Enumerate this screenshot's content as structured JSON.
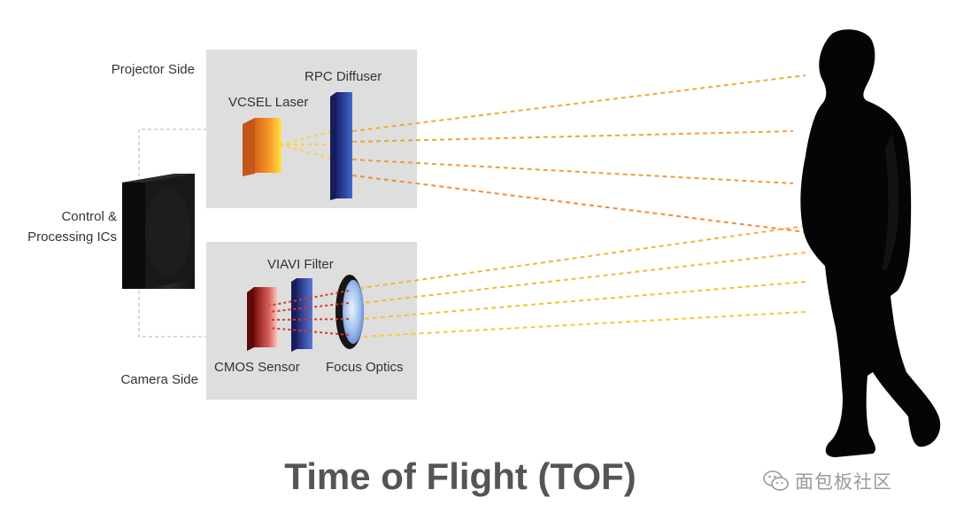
{
  "diagram": {
    "title": "Time of Flight (TOF)",
    "labels": {
      "projector_side": "Projector Side",
      "vcsel_laser": "VCSEL Laser",
      "rpc_diffuser": "RPC Diffuser",
      "control_line1": "Control &",
      "control_line2": "Processing ICs",
      "viavi_filter": "VIAVI Filter",
      "cmos_sensor": "CMOS Sensor",
      "focus_optics": "Focus Optics",
      "camera_side": "Camera Side"
    },
    "colors": {
      "panel": "#dedede",
      "ic_block": "#111111",
      "vcsel_orange": "#f07b1f",
      "vcsel_yellow": "#ffd23a",
      "diffuser_blue": "#2d3e9a",
      "beam_yellow": "#ffd23a",
      "beam_red": "#e8452a",
      "silhouette": "#050505",
      "title_gray": "#555555"
    }
  },
  "watermark": {
    "icon": "wechat-icon",
    "text": "面包板社区"
  }
}
